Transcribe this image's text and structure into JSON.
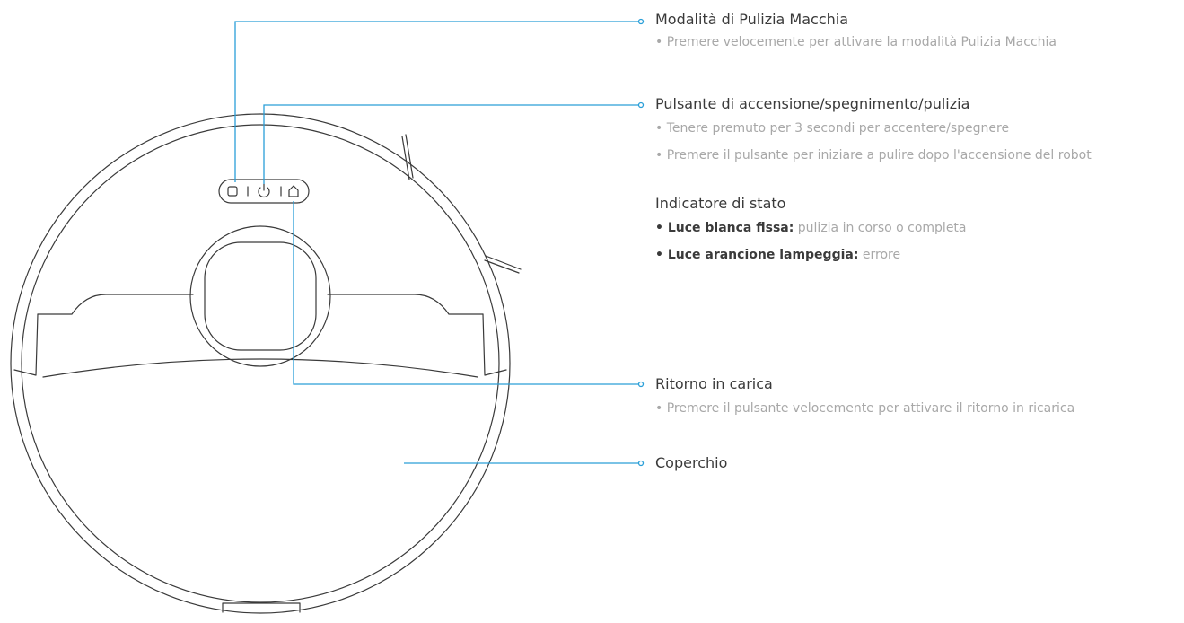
{
  "callouts": {
    "spot_mode": {
      "title": "Modalità di Pulizia Macchia",
      "lines": [
        "• Premere velocemente per attivare la modalità Pulizia Macchia"
      ]
    },
    "power": {
      "title": "Pulsante di accensione/spegnimento/pulizia",
      "lines": [
        "• Tenere premuto per 3 secondi per accentere/spegnere",
        "• Premere il pulsante per iniziare a pulire dopo l'accensione del robot"
      ]
    },
    "status": {
      "title": "Indicatore di stato",
      "items": [
        {
          "label": "• Luce bianca fissa:",
          "text": " pulizia in corso o completa"
        },
        {
          "label": "• Luce arancione lampeggia:",
          "text": " errore"
        }
      ]
    },
    "dock": {
      "title": "Ritorno in carica",
      "lines": [
        "• Premere il pulsante velocemente per attivare il ritorno in ricarica"
      ]
    },
    "lid": {
      "title": "Coperchio"
    }
  },
  "colors": {
    "leader_line": "#2a9fd8",
    "outline": "#3a3a3a",
    "title_text": "#3a3a3a",
    "desc_text": "#a8a8a8"
  },
  "icons": [
    "spot-clean-icon",
    "power-icon",
    "home-dock-icon"
  ]
}
